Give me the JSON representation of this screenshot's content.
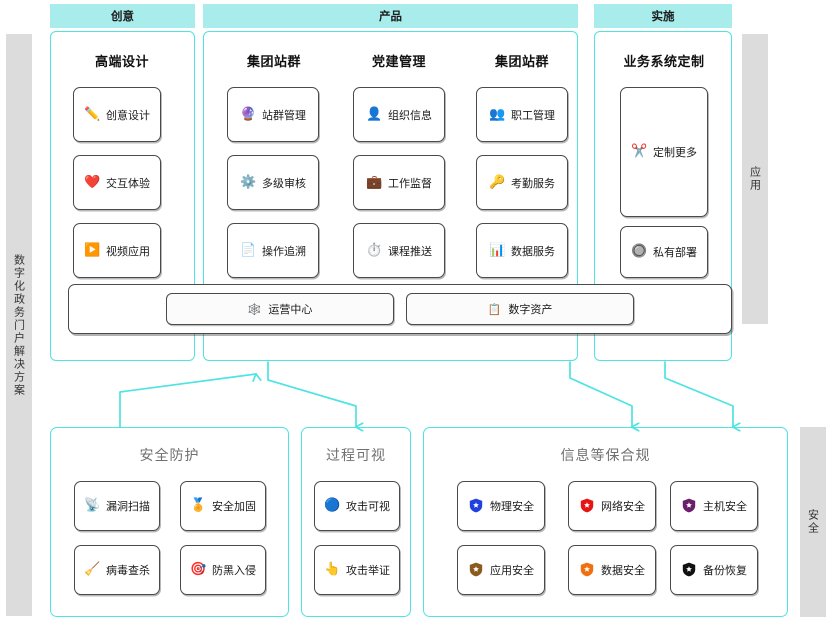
{
  "rails": {
    "left": "数字化政务门户解决方案",
    "application": "应用",
    "security": "安全"
  },
  "top_strips": [
    {
      "label": "创意"
    },
    {
      "label": "产品"
    },
    {
      "label": "实施"
    }
  ],
  "columns": [
    {
      "title": "高端设计",
      "tiles": [
        {
          "label": "创意设计",
          "icon": "pencil-icon",
          "glyph": "✏️"
        },
        {
          "label": "交互体验",
          "icon": "heart-icon",
          "glyph": "❤️"
        },
        {
          "label": "视频应用",
          "icon": "play-icon",
          "glyph": "▶️"
        }
      ]
    },
    {
      "title": "集团站群",
      "tiles": [
        {
          "label": "站群管理",
          "icon": "globe-icon",
          "glyph": "🔮"
        },
        {
          "label": "多级审核",
          "icon": "gears-icon",
          "glyph": "⚙️"
        },
        {
          "label": "操作追溯",
          "icon": "document-icon",
          "glyph": "📄"
        }
      ]
    },
    {
      "title": "党建管理",
      "tiles": [
        {
          "label": "组织信息",
          "icon": "person-icon",
          "glyph": "👤"
        },
        {
          "label": "工作监督",
          "icon": "briefcase-icon",
          "glyph": "💼"
        },
        {
          "label": "课程推送",
          "icon": "timer-icon",
          "glyph": "⏱️"
        }
      ]
    },
    {
      "title": "集团站群",
      "tiles": [
        {
          "label": "职工管理",
          "icon": "people-icon",
          "glyph": "👥"
        },
        {
          "label": "考勤服务",
          "icon": "key-icon",
          "glyph": "🔑"
        },
        {
          "label": "数据服务",
          "icon": "chart-icon",
          "glyph": "📊"
        }
      ]
    },
    {
      "title": "业务系统定制",
      "tiles": [
        {
          "label": "定制更多",
          "icon": "scissors-icon",
          "glyph": "✂️"
        },
        {
          "label": "私有部署",
          "icon": "cloud-icon",
          "glyph": "🔘"
        }
      ]
    }
  ],
  "ops_bar": {
    "tiles": [
      {
        "label": "运营中心",
        "icon": "network-icon",
        "glyph": "🕸️"
      },
      {
        "label": "数字资产",
        "icon": "list-icon",
        "glyph": "📋"
      }
    ]
  },
  "lower_panels": [
    {
      "title": "安全防护",
      "tiles": [
        {
          "label": "漏洞扫描",
          "icon": "scan-icon",
          "glyph": "📡"
        },
        {
          "label": "安全加固",
          "icon": "medal-icon",
          "glyph": "🏅"
        },
        {
          "label": "病毒查杀",
          "icon": "broom-icon",
          "glyph": "🧹"
        },
        {
          "label": "防黑入侵",
          "icon": "target-icon",
          "glyph": "🎯"
        }
      ]
    },
    {
      "title": "过程可视",
      "tiles": [
        {
          "label": "攻击可视",
          "icon": "gauge-icon",
          "glyph": "🔵"
        },
        {
          "label": "攻击举证",
          "icon": "hand-icon",
          "glyph": "👆"
        }
      ]
    },
    {
      "title": "信息等保合规",
      "tiles": [
        {
          "label": "物理安全",
          "icon": "shield-icon",
          "color": "#2040e0"
        },
        {
          "label": "网络安全",
          "icon": "shield-icon",
          "color": "#e81414"
        },
        {
          "label": "主机安全",
          "icon": "shield-icon",
          "color": "#6b1f6b"
        },
        {
          "label": "应用安全",
          "icon": "shield-icon",
          "color": "#8b5a1e"
        },
        {
          "label": "数据安全",
          "icon": "shield-icon",
          "color": "#f07010"
        },
        {
          "label": "备份恢复",
          "icon": "shield-icon",
          "color": "#111111"
        }
      ]
    }
  ],
  "colors": {
    "accent_cyan": "#4fe3e3",
    "strip_fill": "#a9ecec",
    "rail_fill": "#dcdcdc",
    "tile_border": "#4a4a4a"
  }
}
